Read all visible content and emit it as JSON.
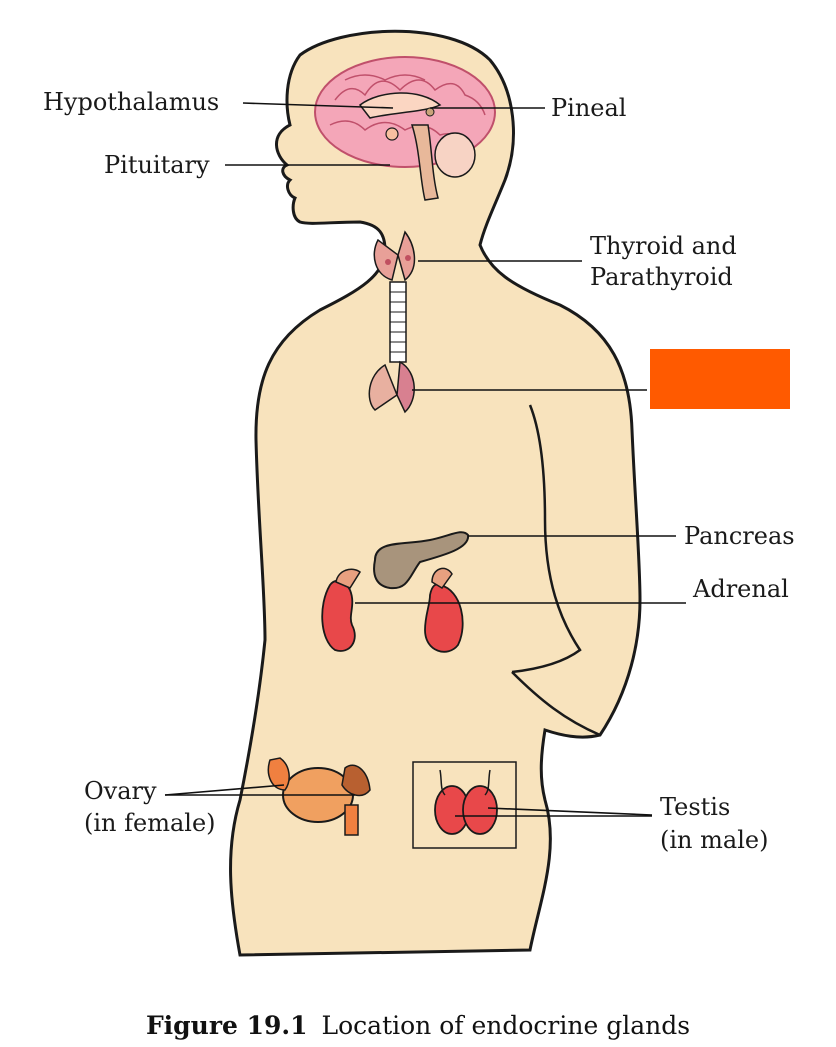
{
  "labels": {
    "hypothalamus": "Hypothalamus",
    "pineal": "Pineal",
    "pituitary": "Pituitary",
    "thyroid_line1": "Thyroid and",
    "thyroid_line2": "Parathyroid",
    "pancreas": "Pancreas",
    "adrenal": "Adrenal",
    "ovary_line1": "Ovary",
    "ovary_line2": "(in female)",
    "testis_line1": "Testis",
    "testis_line2": "(in male)"
  },
  "caption": {
    "figure_number": "Figure  19.1",
    "text": "Location of endocrine glands"
  },
  "colors": {
    "skin": "#f8e3bd",
    "outline": "#1a1a1a",
    "redacted_box": "#ff5a00",
    "brain": "#f4a6b8",
    "gland_red": "#e8484a",
    "gland_orange": "#f0a060"
  }
}
